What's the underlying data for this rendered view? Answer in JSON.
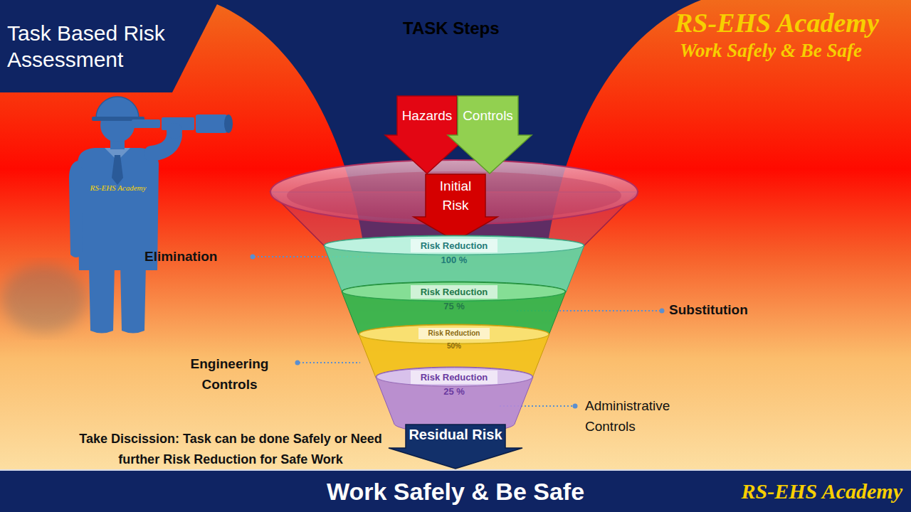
{
  "diagram": {
    "title": "Task Based Risk Assessment",
    "nodes": [
      {
        "text": [
          "Hazards"
        ]
      },
      {
        "text": [
          "Controls"
        ]
      },
      {
        "text": [
          "Initial Risk"
        ]
      },
      {
        "text": [
          "Risk Reduction",
          "100 %"
        ]
      },
      {
        "text": [
          "Risk Reduction",
          "75 %"
        ]
      },
      {
        "text": [
          "Risk Reduction",
          "50%"
        ]
      },
      {
        "text": [
          "Risk Reduction",
          "25 %"
        ]
      },
      {
        "text": [
          "Residual Risk"
        ]
      },
      {
        "text": [
          "RS-EHS Academy"
        ]
      },
      {
        "text": [
          "Work Safely & Be Safe",
          "RS-EHS Academy"
        ]
      }
    ],
    "labels": [
      "TASK Steps",
      "RS-EHS Academy",
      "Work Safely & Be Safe",
      "Elimination",
      "Substitution",
      "Engineering Controls",
      "Administrative Controls",
      "Take Discission: Task can be done Safely or Need further Risk Reduction for Safe Work"
    ]
  }
}
